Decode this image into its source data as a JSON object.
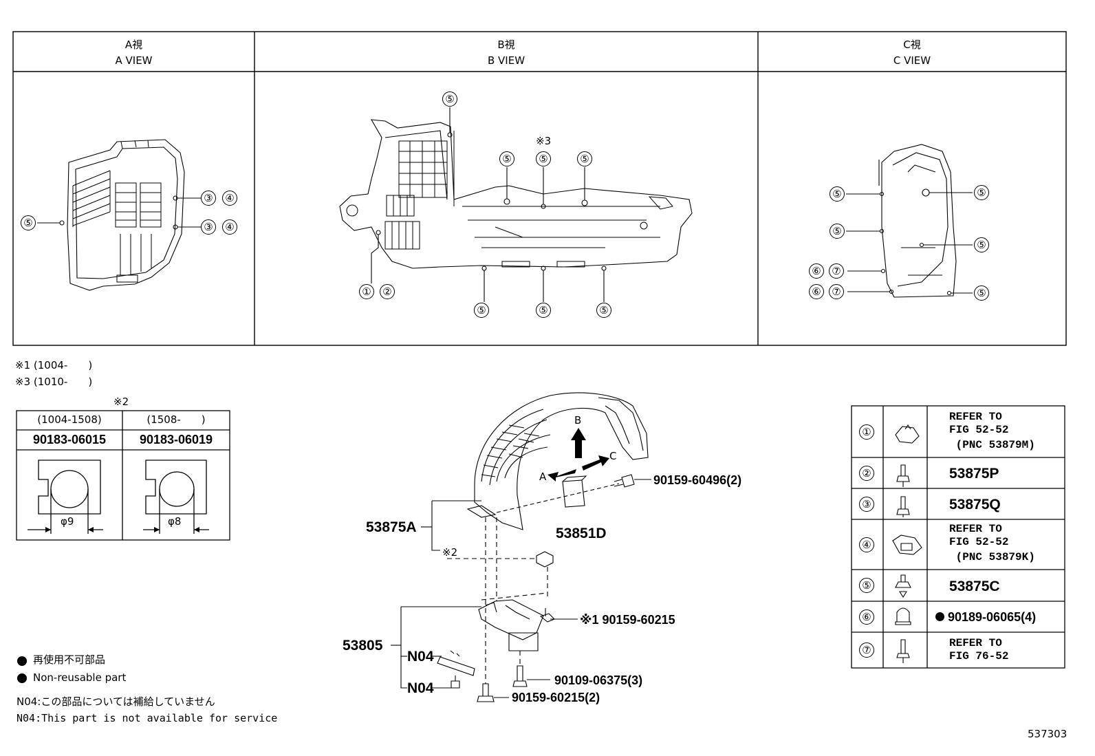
{
  "views": {
    "a": {
      "jp": "A視",
      "en": "A VIEW"
    },
    "b": {
      "jp": "B視",
      "en": "B VIEW"
    },
    "c": {
      "jp": "C視",
      "en": "C VIEW"
    }
  },
  "callouts": [
    "①",
    "②",
    "③",
    "④",
    "⑤",
    "⑥",
    "⑦"
  ],
  "star3_mark": "※3",
  "notes": {
    "star1": "※1 (1004-　　)",
    "star3": "※3 (1010-　　)",
    "star2_title": "※2"
  },
  "star2_table": {
    "col1_range": "(1004-1508)",
    "col2_range": "(1508-　　)",
    "col1_part": "90183-06015",
    "col2_part": "90183-06019",
    "col1_dim": "φ9",
    "col2_dim": "φ8"
  },
  "parts": {
    "p53875A": "53875A",
    "p53851D": "53851D",
    "p53805": "53805",
    "n04": "N04",
    "bolt_top": "90159-60496(2)",
    "bolt_star1": "※1 90159-60215",
    "bolt_mid": "90109-06375(3)",
    "bolt_low": "90159-60215(2)",
    "star2": "※2",
    "arrow_a": "A",
    "arrow_b": "B",
    "arrow_c": "C"
  },
  "legend_table": [
    {
      "num": "①",
      "lines": [
        "REFER TO",
        "FIG 52-52",
        " (PNC 53879M)"
      ],
      "type": "refer"
    },
    {
      "num": "②",
      "lines": [
        "53875P"
      ],
      "type": "part"
    },
    {
      "num": "③",
      "lines": [
        "53875Q"
      ],
      "type": "part"
    },
    {
      "num": "④",
      "lines": [
        "REFER TO",
        "FIG 52-52",
        " (PNC 53879K)"
      ],
      "type": "refer"
    },
    {
      "num": "⑤",
      "lines": [
        "53875C"
      ],
      "type": "part"
    },
    {
      "num": "⑥",
      "lines": [
        "90189-06065(4)"
      ],
      "type": "nonreuse"
    },
    {
      "num": "⑦",
      "lines": [
        "REFER TO",
        "FIG 76-52"
      ],
      "type": "refer"
    }
  ],
  "footnotes": {
    "nonreusable_jp": "再使用不可部品",
    "nonreusable_en": "Non-reusable part",
    "n04_jp": "N04:この部品については補給していません",
    "n04_en": "N04:This part is not available for service"
  },
  "figure_number": "537303"
}
